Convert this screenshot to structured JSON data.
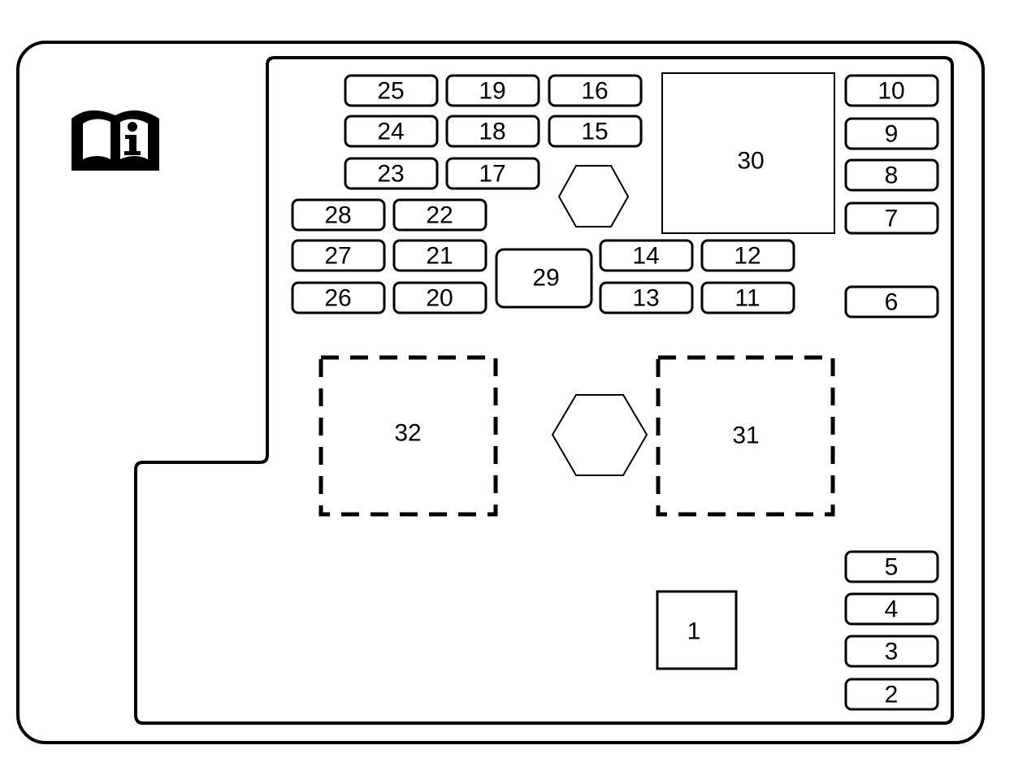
{
  "diagram": {
    "mini_fuses": [
      {
        "label": "25"
      },
      {
        "label": "19"
      },
      {
        "label": "16"
      },
      {
        "label": "24"
      },
      {
        "label": "18"
      },
      {
        "label": "15"
      },
      {
        "label": "23"
      },
      {
        "label": "17"
      },
      {
        "label": "28"
      },
      {
        "label": "22"
      },
      {
        "label": "27"
      },
      {
        "label": "21"
      },
      {
        "label": "26"
      },
      {
        "label": "20"
      },
      {
        "label": "14"
      },
      {
        "label": "12"
      },
      {
        "label": "13"
      },
      {
        "label": "11"
      },
      {
        "label": "10"
      },
      {
        "label": "9"
      },
      {
        "label": "8"
      },
      {
        "label": "7"
      },
      {
        "label": "6"
      },
      {
        "label": "5"
      },
      {
        "label": "4"
      },
      {
        "label": "3"
      },
      {
        "label": "2"
      }
    ],
    "small_relay": {
      "label": "29"
    },
    "large_relay": {
      "label": "30"
    },
    "dashed_relays": [
      {
        "label": "32"
      },
      {
        "label": "31"
      }
    ],
    "square_block": {
      "label": "1"
    },
    "icons": [
      "owners-manual-info-icon",
      "hex-nut-icon"
    ],
    "colors": {
      "line": "#000000",
      "background": "#ffffff"
    }
  }
}
